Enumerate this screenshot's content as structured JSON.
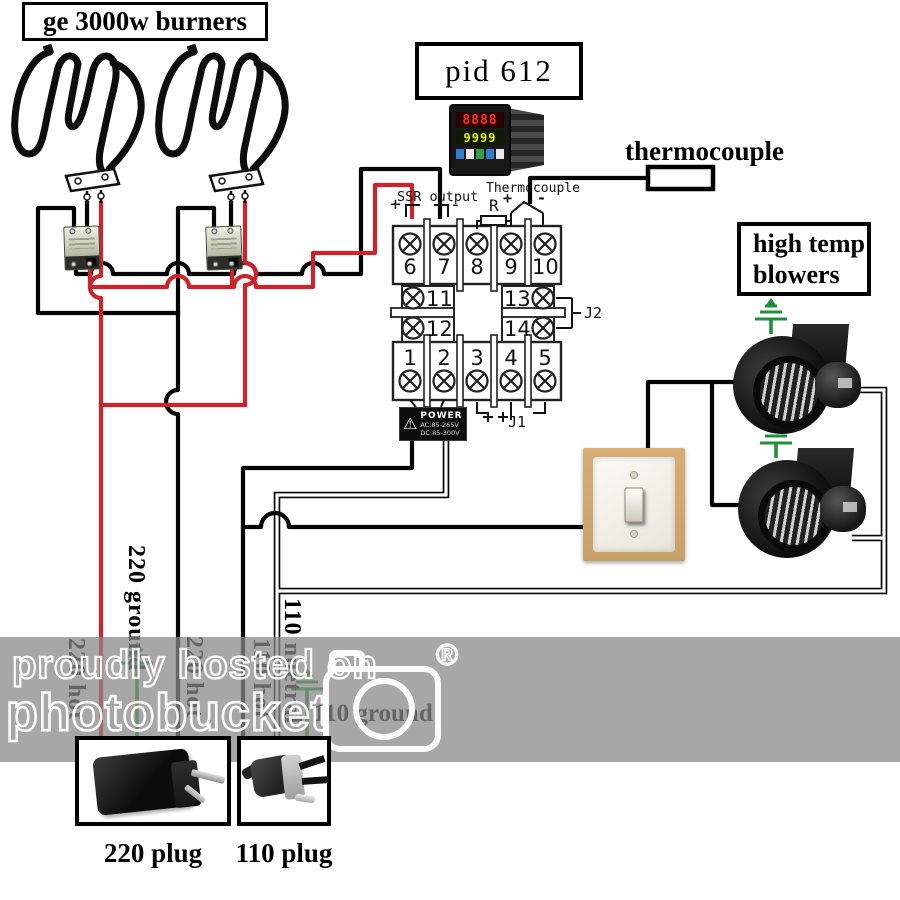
{
  "header": {
    "burners_title": "ge 3000w burners",
    "pid_title": "pid 612",
    "thermocouple_label": "thermocouple",
    "blowers_title_line1": "high temp",
    "blowers_title_line2": "blowers"
  },
  "pid": {
    "display_top": "8888",
    "display_bottom": "9999",
    "ssr_output_label": "SSR output",
    "thermocouple_label": "Thermocouple",
    "resistor_label": "R",
    "plus": "+",
    "minus": "-",
    "j1_label": "J1",
    "j2_label": "J2",
    "power_label": {
      "title": "POWER",
      "ac": "AC:85-265V",
      "dc": "DC:85-300V"
    },
    "terminals": {
      "top": [
        "6",
        "7",
        "8",
        "9",
        "10"
      ],
      "mid_left": [
        "11",
        "12"
      ],
      "mid_right": [
        "13",
        "14"
      ],
      "bottom": [
        "1",
        "2",
        "3",
        "4",
        "5"
      ]
    }
  },
  "wire_labels": {
    "hot_a": "220 hot",
    "ground_220": "220 ground",
    "hot_b": "220 hot",
    "hot_110": "110 hot",
    "neutral_110": "110 nuetral",
    "ground_110": "110 ground"
  },
  "plugs": {
    "plug_220": "220 plug",
    "plug_110": "110 plug"
  },
  "watermark": {
    "line1": "proudly hosted on",
    "line2": "photobucket",
    "registered": "®"
  },
  "colors": {
    "wire_red": "#c9252b",
    "wire_green": "#1f8f3a",
    "wire_black": "#050505",
    "switch_frame": "#c8a169",
    "watermark_gray": "#888888"
  }
}
